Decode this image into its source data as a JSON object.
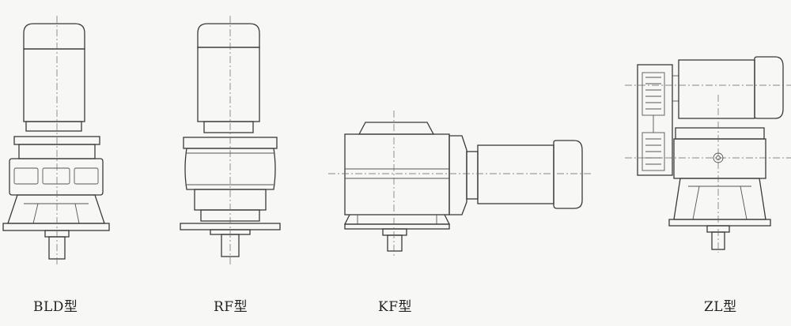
{
  "labels": {
    "bld": "BLD型",
    "rf": "RF型",
    "kf": "KF型",
    "zl": "ZL型"
  },
  "colors": {
    "line": "#3a3a3a",
    "background": "#f7f7f5"
  }
}
